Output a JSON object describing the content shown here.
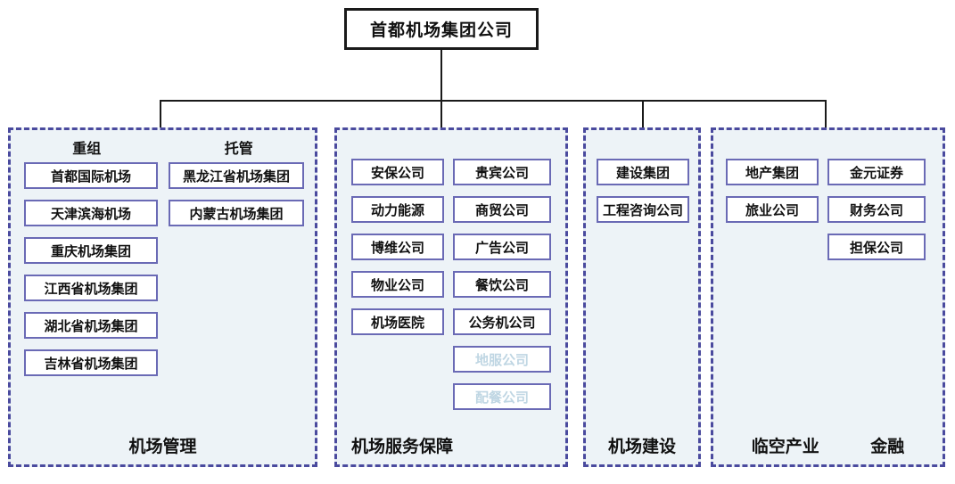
{
  "root": {
    "label": "首都机场集团公司"
  },
  "groups": [
    {
      "id": "group-1",
      "footer": [
        "机场管理"
      ],
      "headers": [
        "重组",
        "托管"
      ],
      "columns": [
        {
          "items": [
            {
              "label": "首都国际机场",
              "faded": false
            },
            {
              "label": "天津滨海机场",
              "faded": false
            },
            {
              "label": "重庆机场集团",
              "faded": false
            },
            {
              "label": "江西省机场集团",
              "faded": false
            },
            {
              "label": "湖北省机场集团",
              "faded": false
            },
            {
              "label": "吉林省机场集团",
              "faded": false
            }
          ]
        },
        {
          "items": [
            {
              "label": "黑龙江省机场集团",
              "faded": false
            },
            {
              "label": "内蒙古机场集团",
              "faded": false
            }
          ]
        }
      ]
    },
    {
      "id": "group-2",
      "footer": [
        "机场服务保障"
      ],
      "headers": [],
      "columns": [
        {
          "items": [
            {
              "label": "安保公司",
              "faded": false
            },
            {
              "label": "动力能源",
              "faded": false
            },
            {
              "label": "博维公司",
              "faded": false
            },
            {
              "label": "物业公司",
              "faded": false
            },
            {
              "label": "机场医院",
              "faded": false
            }
          ]
        },
        {
          "items": [
            {
              "label": "贵宾公司",
              "faded": false
            },
            {
              "label": "商贸公司",
              "faded": false
            },
            {
              "label": "广告公司",
              "faded": false
            },
            {
              "label": "餐饮公司",
              "faded": false
            },
            {
              "label": "公务机公司",
              "faded": false
            },
            {
              "label": "地服公司",
              "faded": true
            },
            {
              "label": "配餐公司",
              "faded": true
            }
          ]
        }
      ]
    },
    {
      "id": "group-3",
      "footer": [
        "机场建设"
      ],
      "headers": [],
      "columns": [
        {
          "items": [
            {
              "label": "建设集团",
              "faded": false
            },
            {
              "label": "工程咨询公司",
              "faded": false
            }
          ]
        }
      ]
    },
    {
      "id": "group-4",
      "footer": [
        "临空产业",
        "金融"
      ],
      "headers": [],
      "columns": [
        {
          "items": [
            {
              "label": "地产集团",
              "faded": false
            },
            {
              "label": "旅业公司",
              "faded": false
            }
          ]
        },
        {
          "items": [
            {
              "label": "金元证券",
              "faded": false
            },
            {
              "label": "财务公司",
              "faded": false
            },
            {
              "label": "担保公司",
              "faded": false
            }
          ]
        }
      ]
    }
  ],
  "colors": {
    "root_border": "#1a1a1a",
    "group_border": "#4a4a9e",
    "group_fill": "#edf3f7",
    "node_border": "#6a6ab5",
    "node_fill": "#ffffff",
    "text": "#111111",
    "faded_text": "#bfd6e3",
    "connector": "#1a1a1a"
  }
}
